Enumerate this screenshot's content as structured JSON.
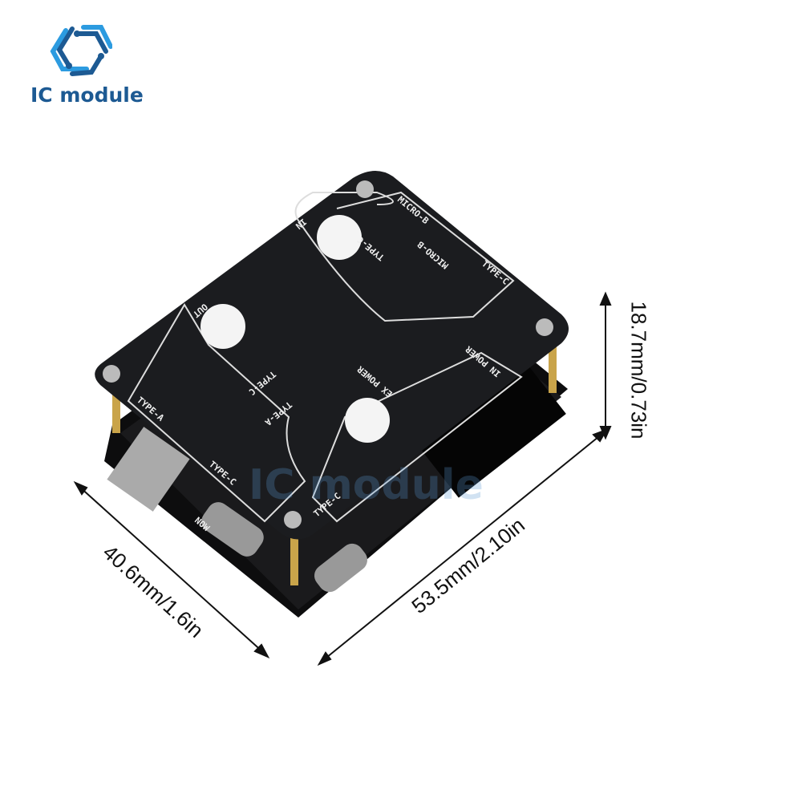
{
  "brand": {
    "name": "IC module",
    "colors": {
      "dark": "#1d5a93",
      "light": "#2c9be0"
    }
  },
  "watermark": "IC module",
  "dimensions": {
    "height": "18.7mm/0.73in",
    "depth": "40.6mm/1.6in",
    "width": "53.5mm/2.10in"
  },
  "board_labels": {
    "in": "IN",
    "out": "OUT",
    "micro_b_top": "MICRO-B",
    "type_c_right": "TYPE-C",
    "type_c_1": "TYPE-C",
    "micro_b": "MICRO-B",
    "type_c_out": "TYPE-C",
    "type_a": "TYPE-A",
    "type_a_edge": "TYPE-A",
    "type_c_edge": "TYPE-C",
    "ex_power": "EX POWER",
    "in_power": "IN POWER",
    "type_c_bottom": "TYPE-C",
    "now": "NOW"
  }
}
